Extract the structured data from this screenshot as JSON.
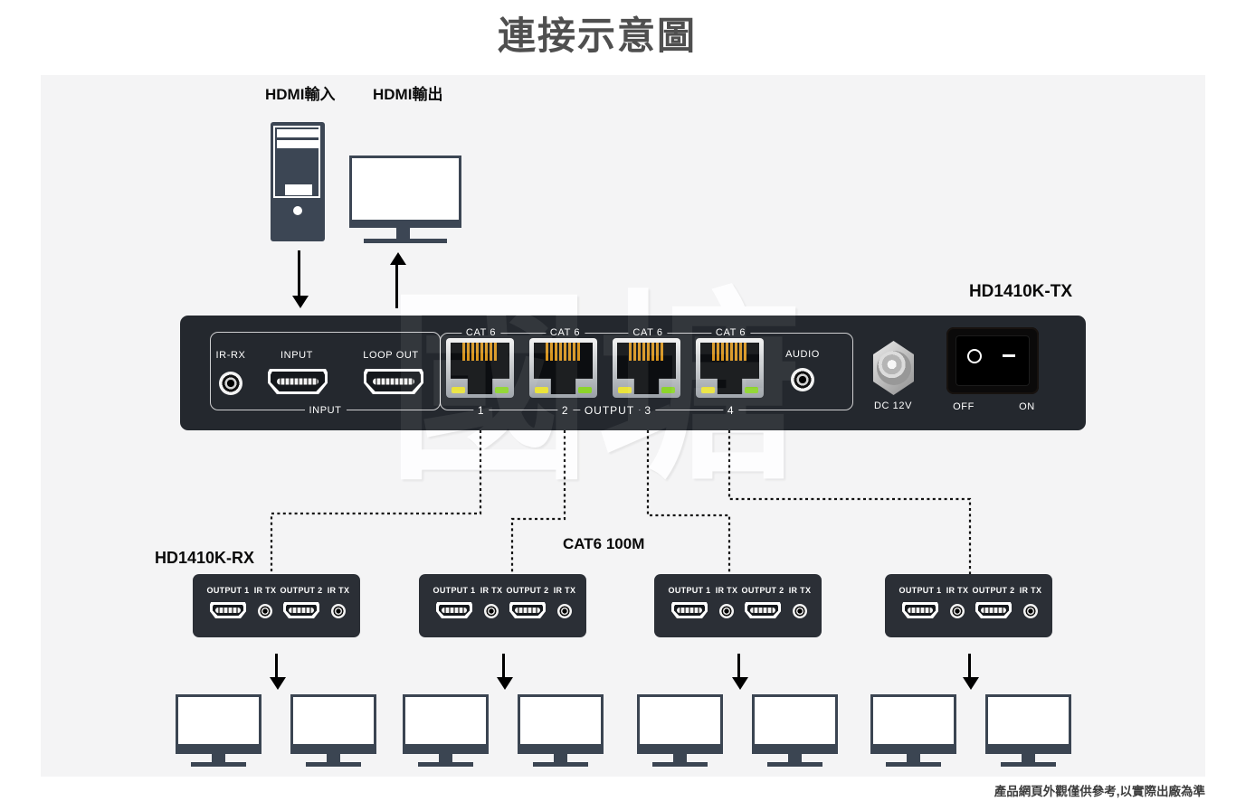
{
  "page": {
    "title": "連接示意圖",
    "watermark": "國塘",
    "disclaimer": "產品網頁外觀僅供參考,以實際出廠為準"
  },
  "source": {
    "hdmi_in_label": "HDMI輸入",
    "hdmi_out_label": "HDMI輸出"
  },
  "tx_device": {
    "model": "HD1410K-TX",
    "input_group": {
      "group_label": "INPUT",
      "ir_jack_label": "IR-RX",
      "hdmi_input_label": "INPUT",
      "hdmi_loop_label": "LOOP OUT"
    },
    "output_group": {
      "group_label": "OUTPUT",
      "cat6_port_label": "CAT 6",
      "port_numbers": [
        "1",
        "2",
        "3",
        "4"
      ],
      "audio_label": "AUDIO"
    },
    "dc_label": "DC 12V",
    "power_switch": {
      "off_label": "OFF",
      "on_label": "ON"
    }
  },
  "cable": {
    "label": "CAT6 100M"
  },
  "rx_device": {
    "model": "HD1410K-RX",
    "count": 4,
    "port_labels": [
      "OUTPUT 1",
      "IR TX",
      "OUTPUT 2",
      "IR TX"
    ]
  },
  "colors": {
    "panel_bg": "#f4f4f5",
    "tx_body": "#24282e",
    "rx_body": "#2b2f36",
    "icon_slate": "#3b4552",
    "led_yellow": "#eae33c",
    "led_green": "#8cd42a",
    "pin_gold": "#d8951f"
  }
}
